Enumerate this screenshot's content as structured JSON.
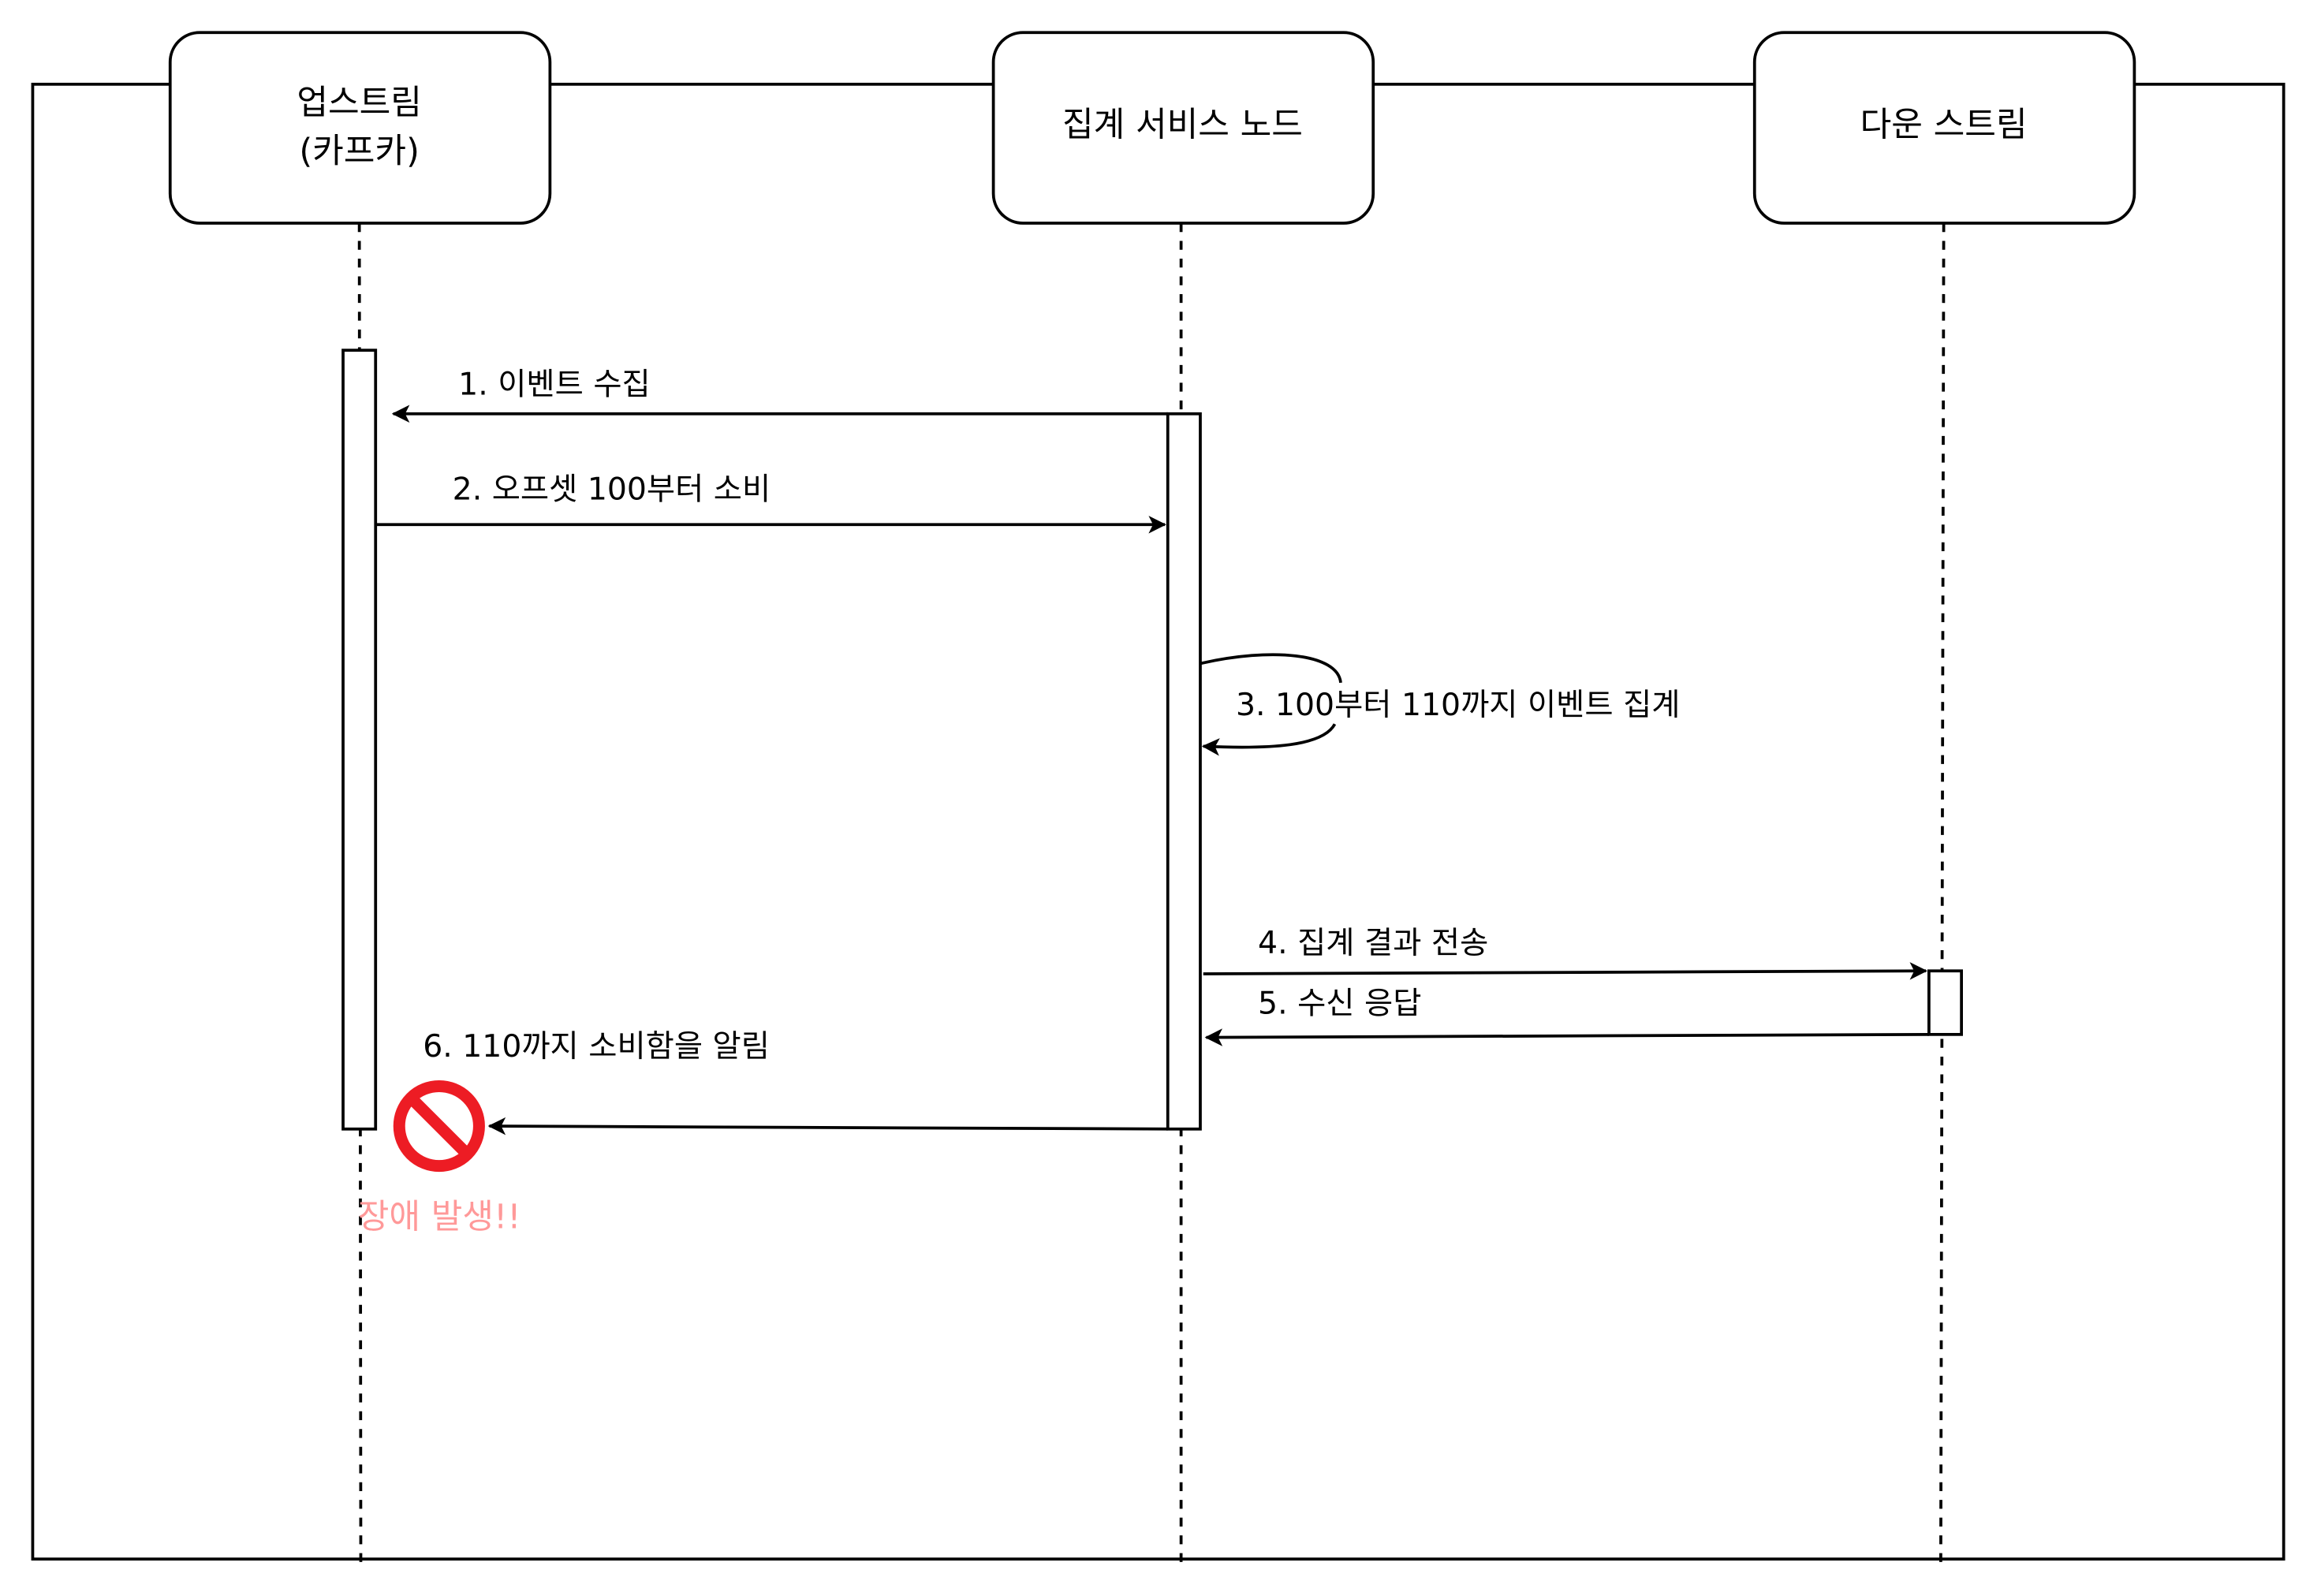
{
  "participants": [
    {
      "lines": [
        "업스트림",
        "(카프카)"
      ]
    },
    {
      "lines": [
        "집계 서비스 노드"
      ]
    },
    {
      "lines": [
        "다운 스트림"
      ]
    }
  ],
  "messages": [
    "1. 이벤트 수집",
    "2. 오프셋 100부터 소비",
    "3. 100부터 110까지 이벤트 집계",
    "4. 집계 결과 전송",
    "5. 수신 응답",
    "6. 110까지 소비함을 알림"
  ],
  "error": {
    "label": "장애 발생!!",
    "color": "#FF9999",
    "icon_color": "#ED1C24",
    "icon": "prohibited-icon"
  }
}
